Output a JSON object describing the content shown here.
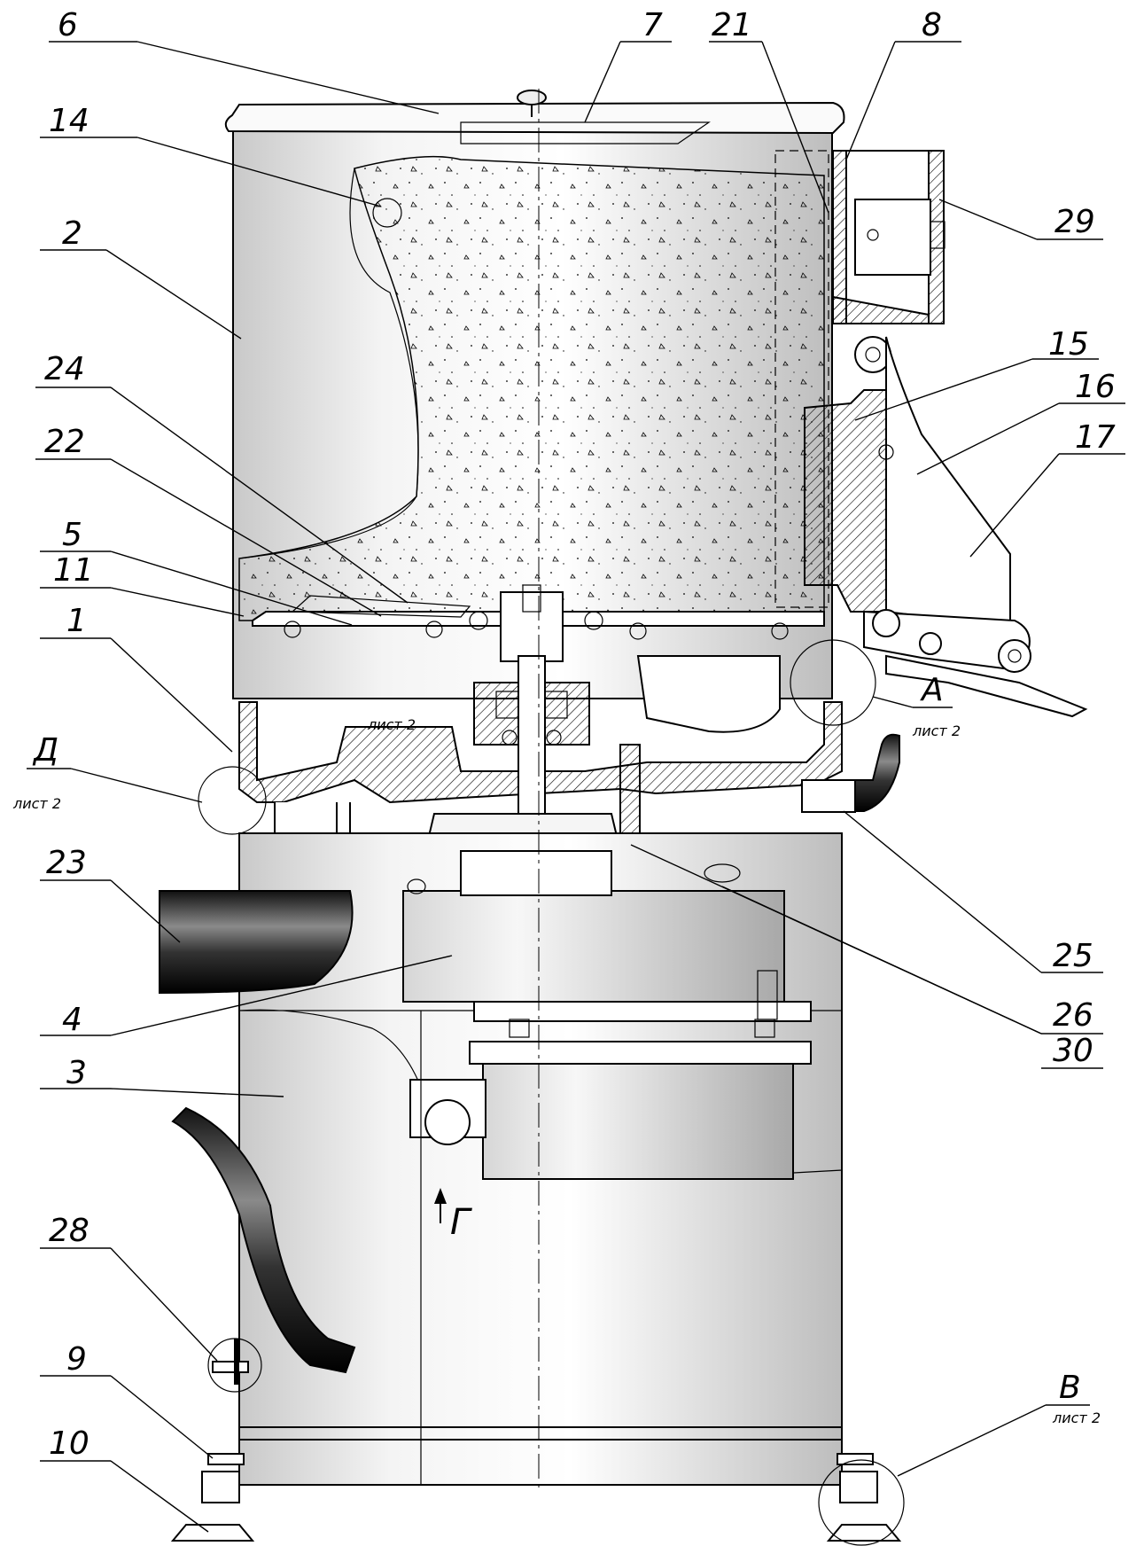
{
  "callouts": [
    {
      "id": "6"
    },
    {
      "id": "7"
    },
    {
      "id": "21"
    },
    {
      "id": "8"
    },
    {
      "id": "14"
    },
    {
      "id": "29"
    },
    {
      "id": "2"
    },
    {
      "id": "15"
    },
    {
      "id": "24"
    },
    {
      "id": "16"
    },
    {
      "id": "22"
    },
    {
      "id": "17"
    },
    {
      "id": "5"
    },
    {
      "id": "11"
    },
    {
      "id": "1"
    },
    {
      "id": "Д",
      "sheet": "лист 2"
    },
    {
      "id": "A",
      "sheet": "лист 2"
    },
    {
      "id": "23"
    },
    {
      "id": "25"
    },
    {
      "id": "4"
    },
    {
      "id": "26"
    },
    {
      "id": "30"
    },
    {
      "id": "3"
    },
    {
      "id": "28"
    },
    {
      "id": "9"
    },
    {
      "id": "B",
      "sheet": "лист 2"
    },
    {
      "id": "10"
    }
  ],
  "inline_notes": {
    "bowl_sheet_ref": "лист 2"
  },
  "view_arrow": {
    "label": "Г"
  }
}
